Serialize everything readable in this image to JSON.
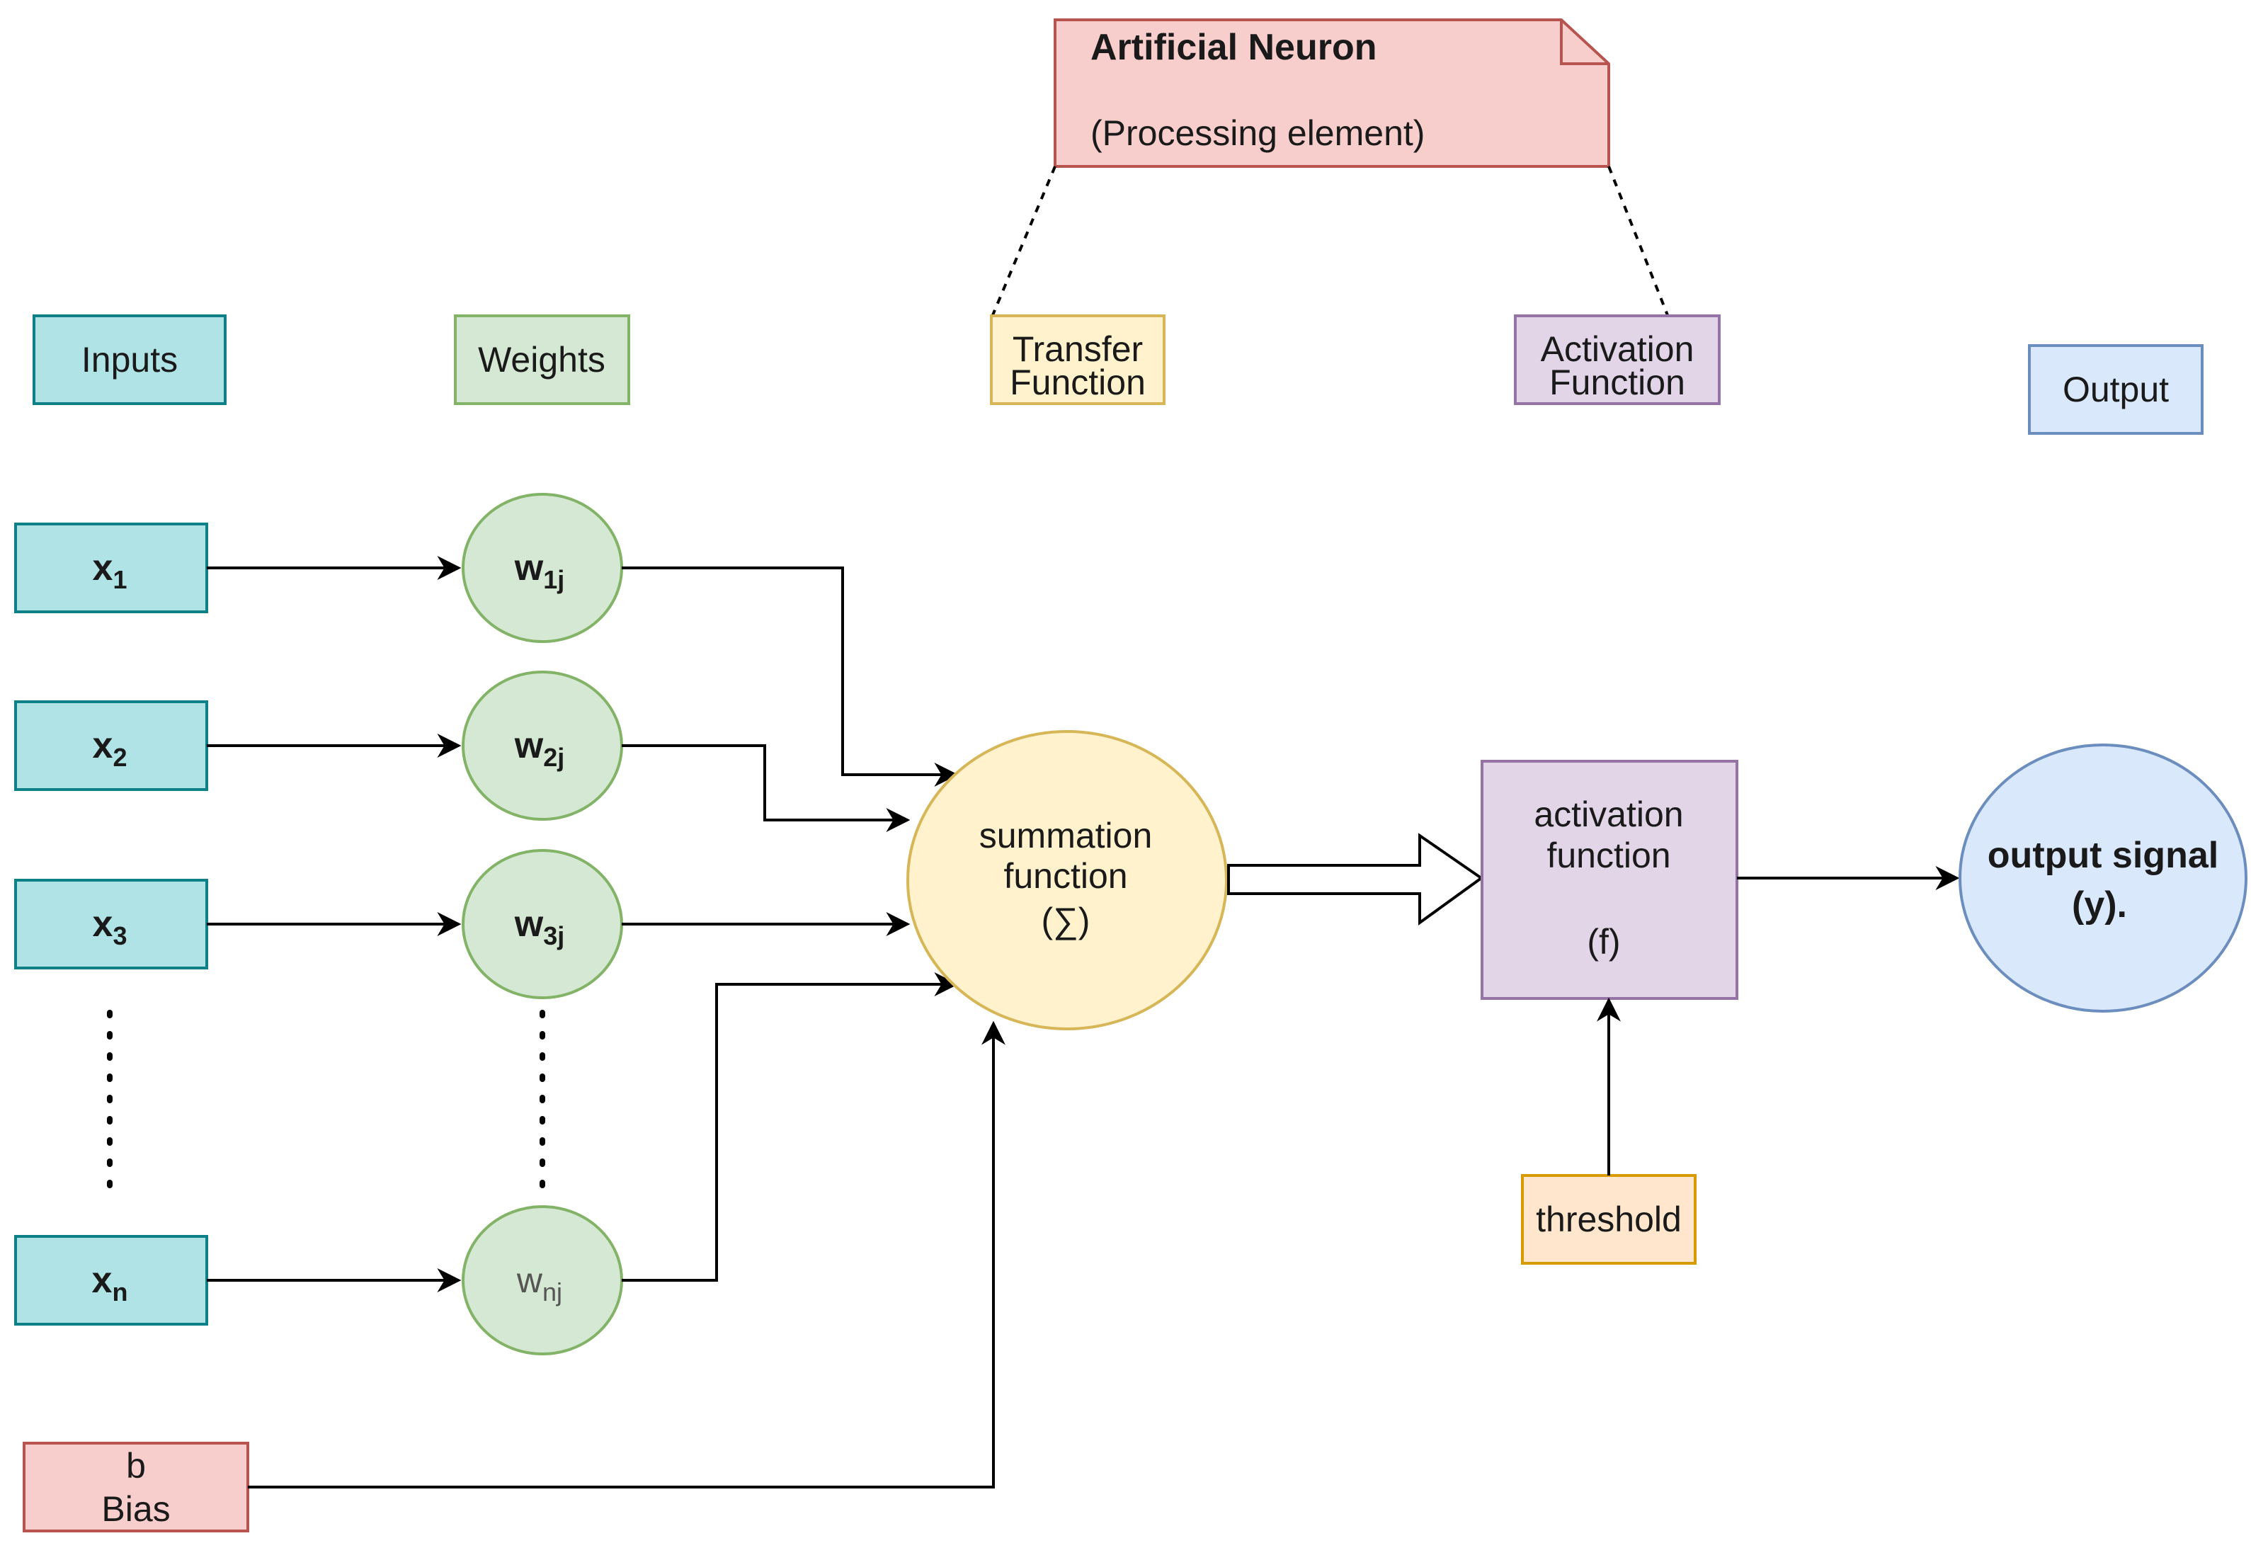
{
  "note": {
    "title": "Artificial Neuron",
    "subtitle": "(Processing element)"
  },
  "headers": {
    "inputs": "Inputs",
    "weights": "Weights",
    "transfer_1": "Transfer",
    "transfer_2": "Function",
    "activation_1": "Activation",
    "activation_2": "Function",
    "output": "Output"
  },
  "inputs": [
    {
      "base": "x",
      "sub": "1"
    },
    {
      "base": "x",
      "sub": "2"
    },
    {
      "base": "x",
      "sub": "3"
    },
    {
      "base": "x",
      "sub": "n"
    }
  ],
  "weights": [
    {
      "base": "w",
      "sub": "1j"
    },
    {
      "base": "w",
      "sub": "2j"
    },
    {
      "base": "w",
      "sub": "3j"
    },
    {
      "base": "w",
      "sub": "nj"
    }
  ],
  "bias": {
    "line1": "b",
    "line2": "Bias"
  },
  "summation": {
    "line1": "summation",
    "line2": "function",
    "line3": "(∑)"
  },
  "activation": {
    "line1": "activation",
    "line2": "function",
    "line3": "(f)"
  },
  "threshold": {
    "label": "threshold"
  },
  "output_signal": {
    "line1": "output signal",
    "line2": "(y)."
  },
  "colors": {
    "input": "#b0e3e6",
    "weight": "#d5e8d4",
    "transfer": "#fff2cc",
    "activation": "#e1d5e7",
    "output": "#dae8fc",
    "note": "#f8cecc",
    "threshold": "#ffe6cc"
  }
}
